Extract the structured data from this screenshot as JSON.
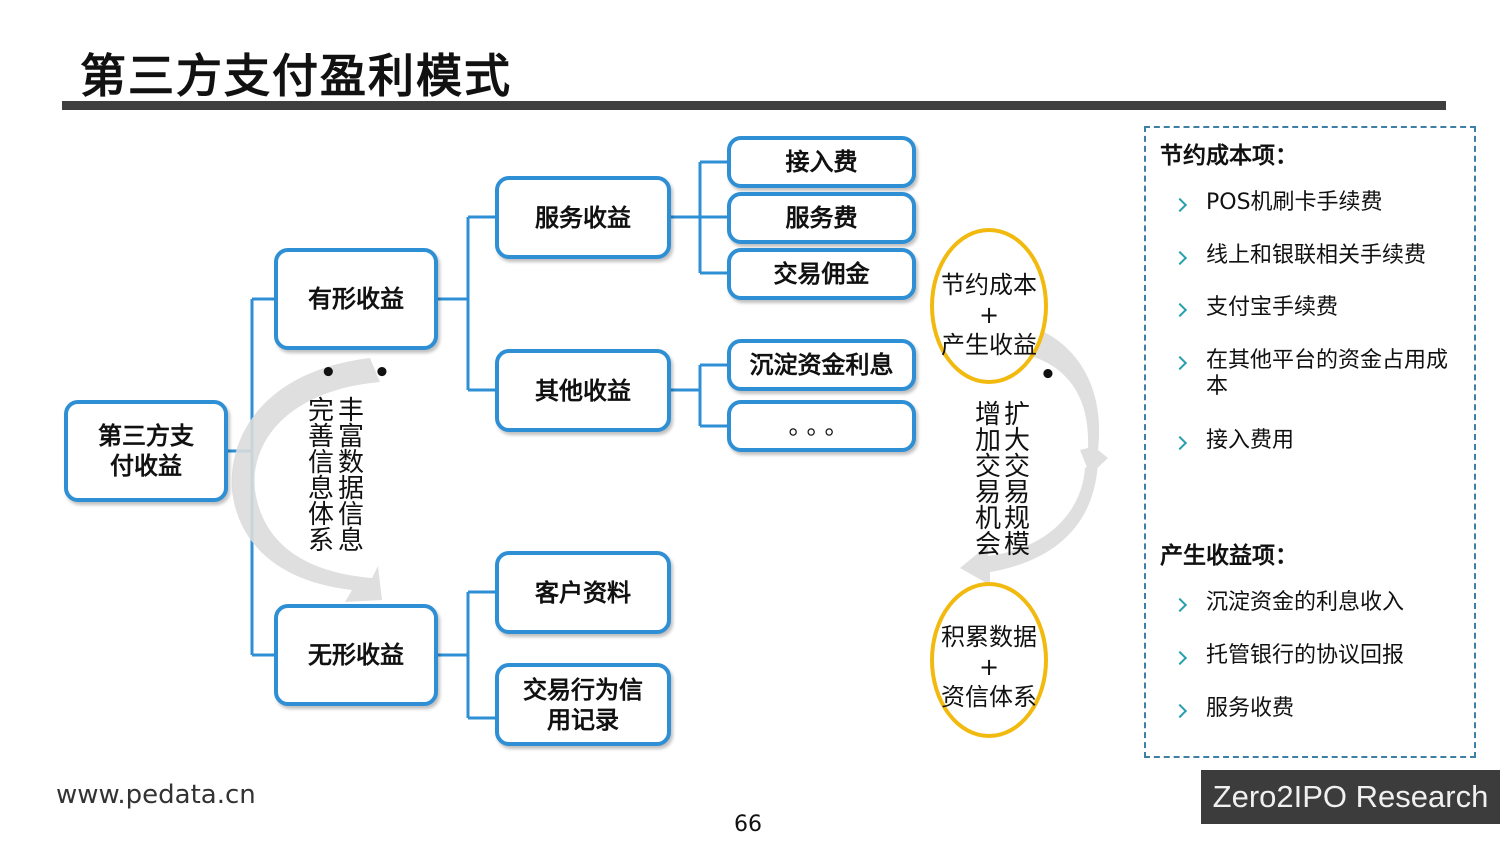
{
  "title": "第三方支付盈利模式",
  "root": "第三方支\n付收益",
  "tangible": "有形收益",
  "intangible": "无形收益",
  "service_income": "服务收益",
  "other_income": "其他收益",
  "access_fee": "接入费",
  "service_fee": "服务费",
  "commission": "交易佣金",
  "deposit_interest": "沉淀资金利息",
  "ellipsis": "。。。",
  "customer_data": "客户资料",
  "credit_record": "交易行为信\n用记录",
  "left_arrow": {
    "dots": "• •",
    "col1": "完善信息体系",
    "col2": "丰富数据信息"
  },
  "right_arrow": {
    "dots": "• •",
    "col1": "增加交易机会",
    "col2": "扩大交易规模"
  },
  "oval_top": [
    "节约成本",
    "+",
    "产生收益"
  ],
  "oval_bottom": [
    "积累数据",
    "+",
    "资信体系"
  ],
  "panel": {
    "save_heading": "节约成本项：",
    "save_items": [
      "POS机刷卡手续费",
      "线上和银联相关手续费",
      "支付宝手续费",
      "在其他平台的资金占用成\n本",
      "接入费用"
    ],
    "earn_heading": "产生收益项：",
    "earn_items": [
      "沉淀资金的利息收入",
      "托管银行的协议回报",
      "服务收费"
    ]
  },
  "footer": {
    "url": "www.pedata.cn",
    "page": "66",
    "brand": "Zero2IPO Research"
  }
}
